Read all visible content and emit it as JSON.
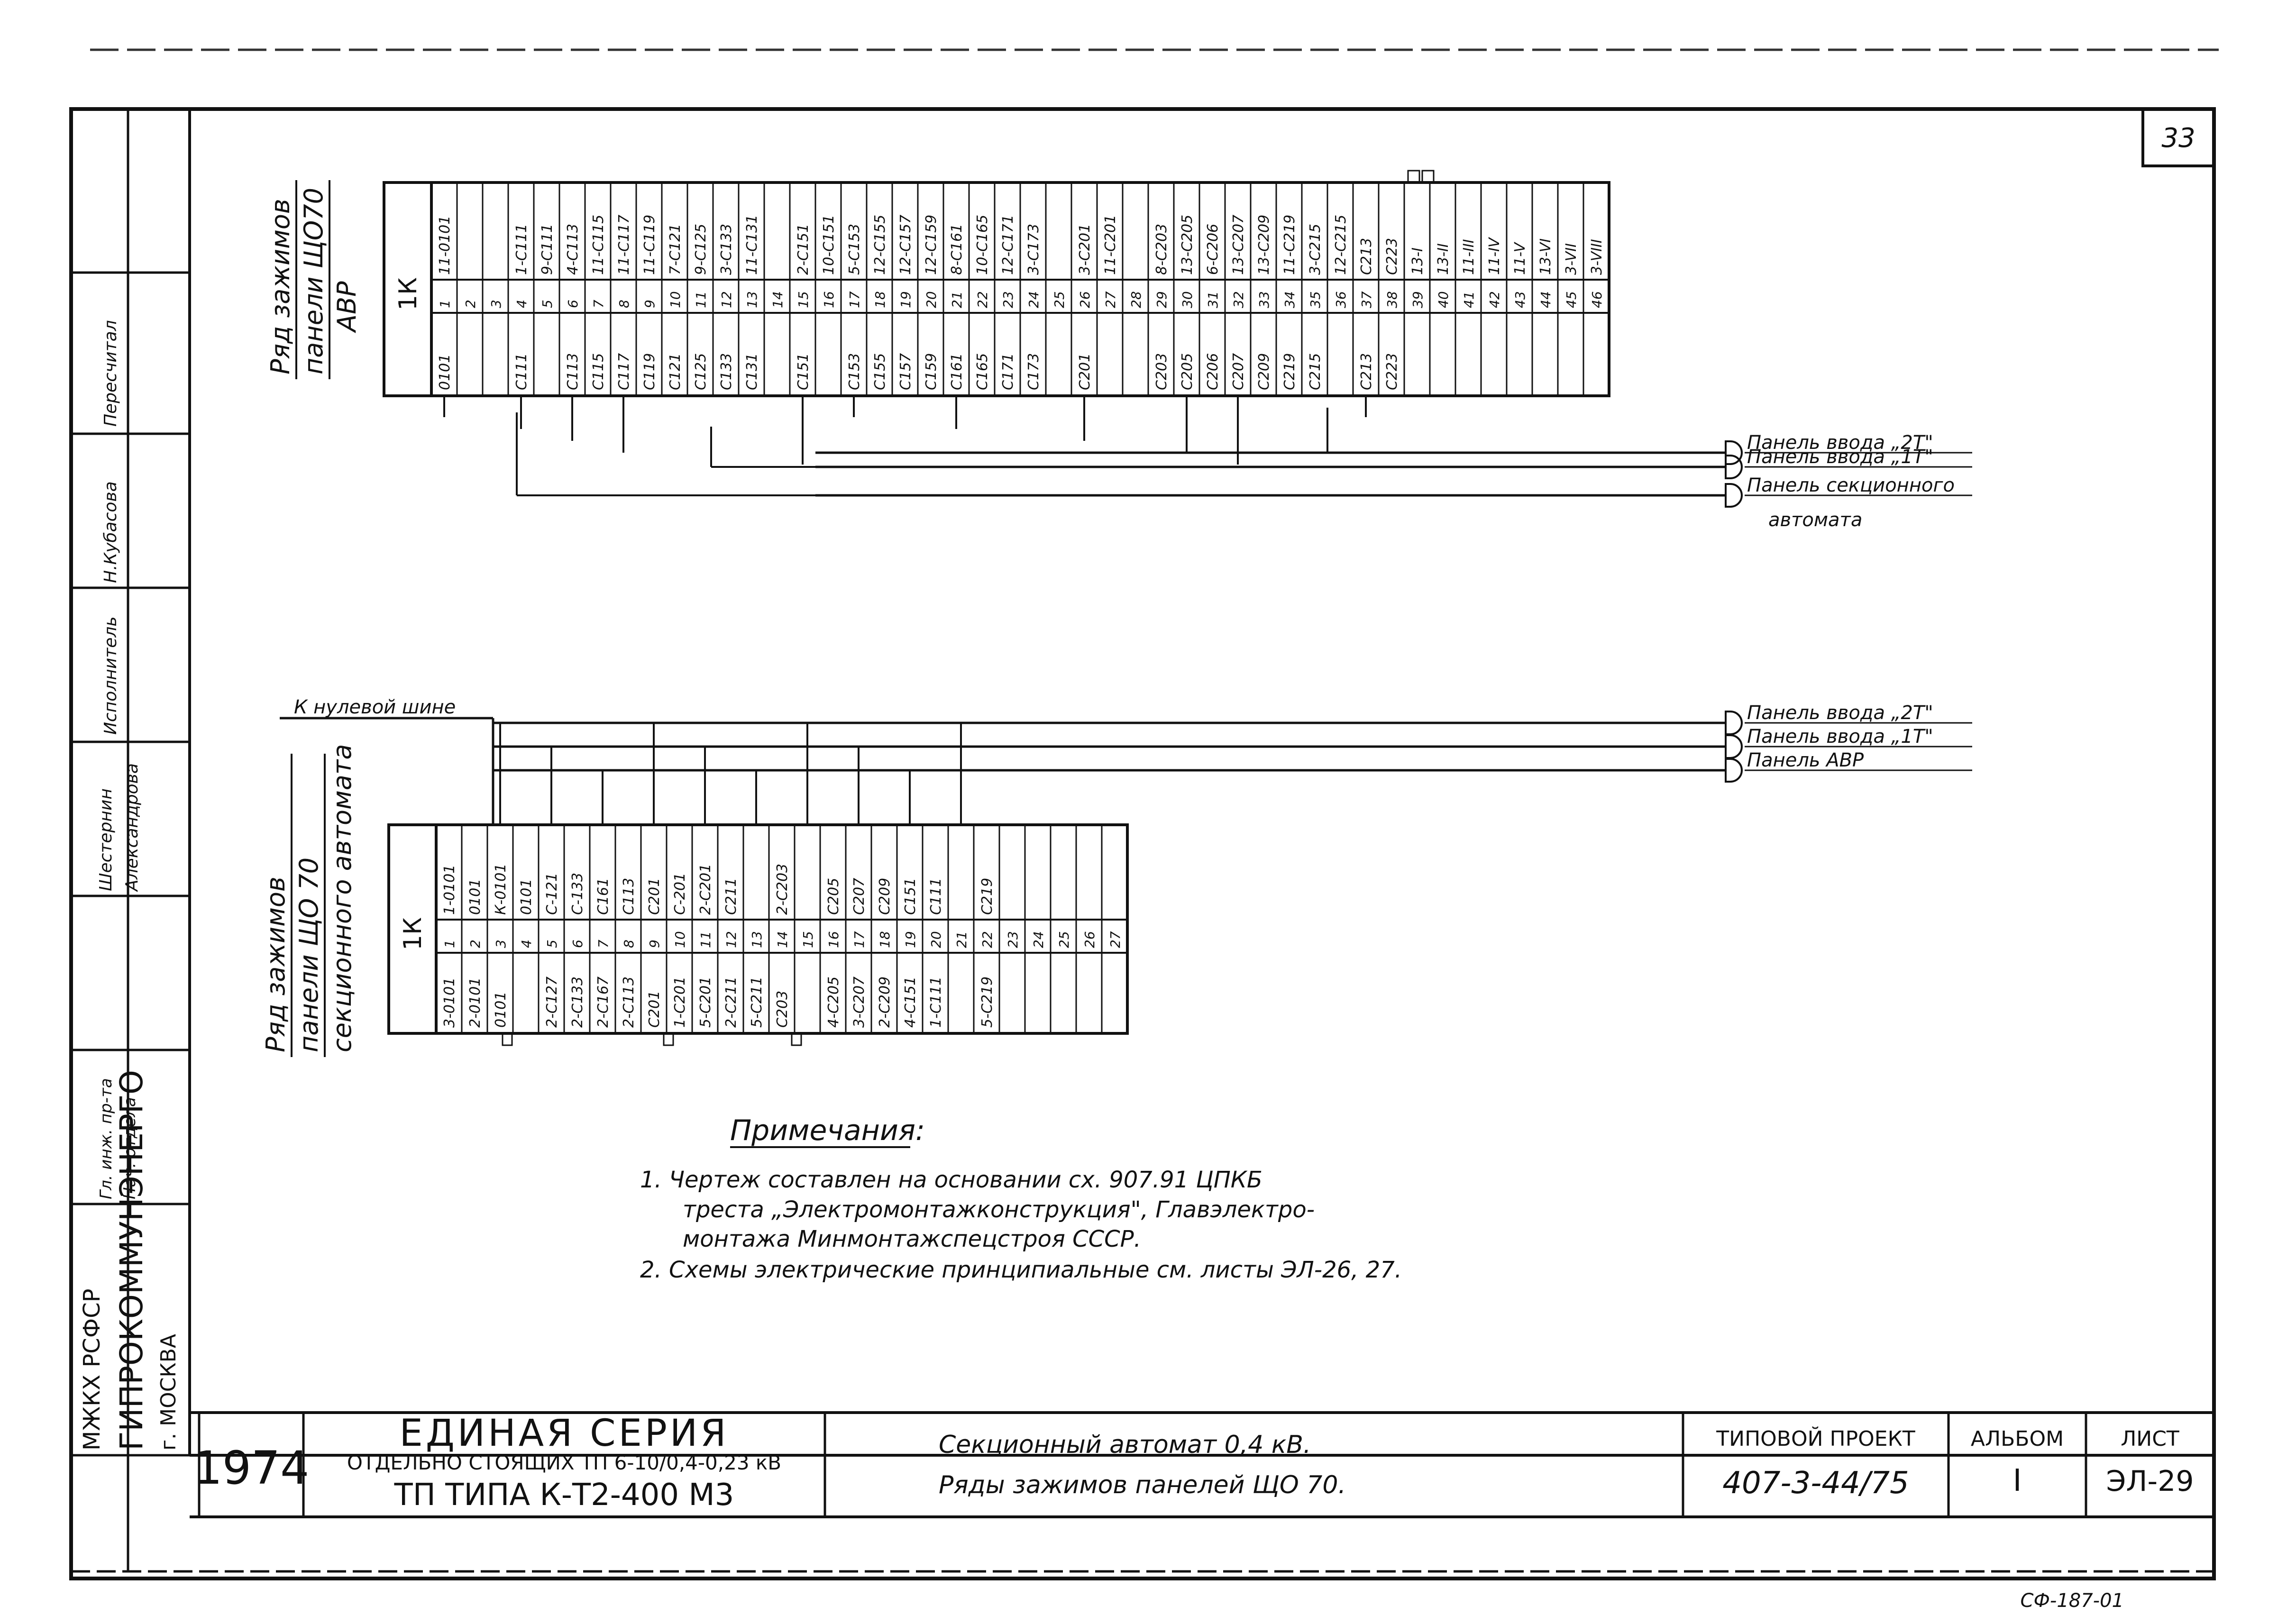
{
  "sheet_number": "33",
  "stamp_number": "СФ-187-01",
  "top_strip": {
    "title": "Ряд зажимов панели ЩО70 АВР",
    "title_lines": [
      "Ряд зажимов",
      "панели ЩО70",
      "АВР"
    ],
    "block_label": "1К",
    "top_labels": [
      "11-0101",
      "",
      "",
      "1-С111",
      "9-С111",
      "4-С113",
      "11-С115",
      "11-С117",
      "11-С119",
      "7-С121",
      "9-С125",
      "3-С133",
      "11-С131",
      "",
      "2-С151",
      "10-С151",
      "5-С153",
      "12-С155",
      "12-С157",
      "12-С159",
      "8-С161",
      "10-С165",
      "12-С171",
      "3-С173",
      "",
      "3-С201",
      "11-С201",
      "",
      "8-С203",
      "13-С205",
      "6-С206",
      "13-С207",
      "13-С209",
      "11-С219",
      "3-С215",
      "12-С215",
      "С213",
      "С223",
      "13-I",
      "13-II",
      "11-III",
      "11-IV",
      "11-V",
      "13-VI",
      "3-VII",
      "3-VIII"
    ],
    "numbers": [
      "1",
      "2",
      "3",
      "4",
      "5",
      "6",
      "7",
      "8",
      "9",
      "10",
      "11",
      "12",
      "13",
      "14",
      "15",
      "16",
      "17",
      "18",
      "19",
      "20",
      "21",
      "22",
      "23",
      "24",
      "25",
      "26",
      "27",
      "28",
      "29",
      "30",
      "31",
      "32",
      "33",
      "34",
      "35",
      "36",
      "37",
      "38",
      "39",
      "40",
      "41",
      "42",
      "43",
      "44",
      "45",
      "46"
    ],
    "bottom_labels": [
      "0101",
      "",
      "",
      "С111",
      "",
      "С113",
      "С115",
      "С117",
      "С119",
      "С121",
      "С125",
      "С133",
      "С131",
      "",
      "С151",
      "",
      "С153",
      "С155",
      "С157",
      "С159",
      "С161",
      "С165",
      "С171",
      "С173",
      "",
      "С201",
      "",
      "",
      "С203",
      "С205",
      "С206",
      "С207",
      "С209",
      "С219",
      "С215",
      "",
      "С213",
      "С223",
      "",
      "",
      "",
      "",
      "",
      "",
      "",
      ""
    ],
    "outputs": [
      "Панель ввода „2Т\"",
      "Панель ввода „1Т\"",
      "Панель секционного",
      "автомата"
    ]
  },
  "bottom_strip": {
    "title": "Ряд зажимов панели ЩО70 секционного автомата",
    "title_lines": [
      "Ряд зажимов",
      "панели ЩО 70",
      "секционного автомата"
    ],
    "block_label": "1К",
    "neutral_label": "К нулевой шине",
    "top_labels": [
      "1-0101",
      "0101",
      "К-0101",
      "0101",
      "С-121",
      "С-133",
      "С161",
      "С113",
      "С201",
      "С-201",
      "2-С201",
      "С211",
      "",
      "2-С203",
      "",
      "С205",
      "С207",
      "С209",
      "С151",
      "С111",
      "",
      "С219",
      "",
      "",
      "",
      ""
    ],
    "numbers": [
      "1",
      "2",
      "3",
      "4",
      "5",
      "6",
      "7",
      "8",
      "9",
      "10",
      "11",
      "12",
      "13",
      "14",
      "15",
      "16",
      "17",
      "18",
      "19",
      "20",
      "21",
      "22",
      "23",
      "24",
      "25",
      "26",
      "27"
    ],
    "bottom_labels": [
      "3-0101",
      "2-0101",
      "0101",
      "",
      "2-С127",
      "2-С133",
      "2-С167",
      "2-С113",
      "С201",
      "1-С201",
      "5-С201",
      "2-С211",
      "5-С211",
      "С203",
      "",
      "4-С205",
      "3-С207",
      "2-С209",
      "4-С151",
      "1-С111",
      "",
      "5-С219",
      "",
      "",
      "",
      ""
    ],
    "outputs": [
      "Панель ввода „2Т\"",
      "Панель ввода „1Т\"",
      "Панель АВР"
    ]
  },
  "notes": {
    "heading": "Примечания:",
    "items": [
      "1. Чертеж составлен на основании сх. 907.91 ЦПКБ",
      "треста „Электромонтажконструкция\", Главэлектро-",
      "монтажа Минмонтажспецстроя СССР.",
      "2. Схемы электрические принципиальные см. листы ЭЛ-26, 27."
    ]
  },
  "left_margin": {
    "org_lines": [
      "МЖКХ РСФСР",
      "ГИПРОКОММУНЭНЕРГО",
      "г. МОСКВА"
    ],
    "roles": [
      "Гл. инж. пр-та",
      "Нач. отдела",
      "Шестернин",
      "Александрова",
      "Исполнитель",
      "Н.Кубасова",
      "Пересчитал"
    ]
  },
  "title_block": {
    "year": "1974",
    "series_title": "ЕДИНАЯ СЕРИЯ",
    "series_sub": "ОТДЕЛЬНО СТОЯЩИХ ТП 6-10/0,4-0,23 кВ",
    "tp_type": "ТП ТИПА К-Т2-400 М3",
    "drawing_title_1": "Секционный автомат 0,4 кВ.",
    "drawing_title_2": "Ряды зажимов панелей ЩО 70.",
    "project_label": "ТИПОВОЙ ПРОЕКТ",
    "project_number": "407-3-44/75",
    "album_label": "АЛЬБОМ",
    "album_value": "I",
    "sheet_label": "ЛИСТ",
    "sheet_value": "ЭЛ-29"
  }
}
